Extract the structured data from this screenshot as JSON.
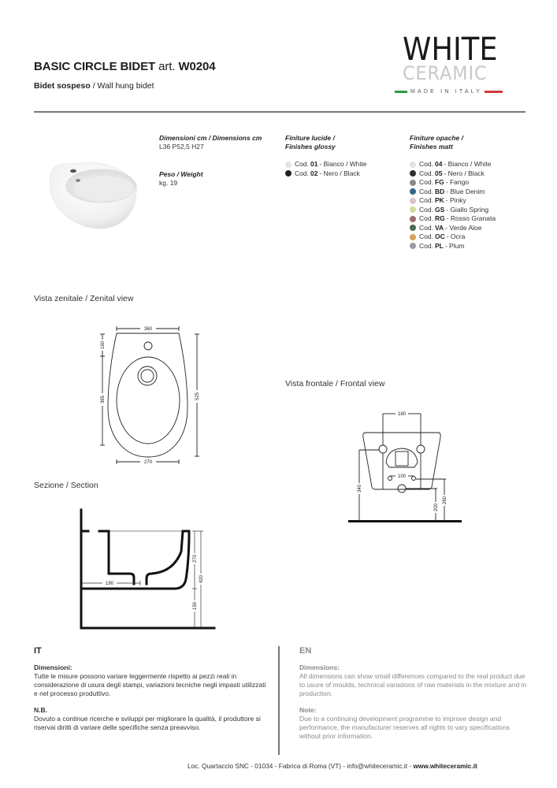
{
  "header": {
    "product_name": "BASIC CIRCLE BIDET",
    "art_prefix": "art.",
    "art_code": "W0204",
    "subtitle_it": "Bidet sospeso",
    "subtitle_sep": " / ",
    "subtitle_en": "Wall hung bidet"
  },
  "logo": {
    "line1": "WHITE",
    "line2": "CERAMIC",
    "tagline": "MADE IN ITALY",
    "flag_green": "#2e9a44",
    "flag_red": "#d33a3a"
  },
  "specs": {
    "dimensions_label": "Dimensioni cm / Dimensions cm",
    "dimensions_value": "L36 P52,5 H27",
    "weight_label": "Peso / Weight",
    "weight_value": "kg. 19"
  },
  "finishes_glossy": {
    "title_line1": "Finiture lucide /",
    "title_line2": "Finishes glossy",
    "items": [
      {
        "prefix": "Cod.",
        "code": "01",
        "name": "- Bianco / White",
        "color": "#e3e3e3"
      },
      {
        "prefix": "Cod.",
        "code": "02",
        "name": "- Nero / Black",
        "color": "#222222"
      }
    ]
  },
  "finishes_matt": {
    "title_line1": "Finiture opache /",
    "title_line2": "Finishes matt",
    "items": [
      {
        "prefix": "Cod.",
        "code": "04",
        "name": "- Bianco / White",
        "color": "#e3e3e3"
      },
      {
        "prefix": "Cod.",
        "code": "05",
        "name": "- Nero / Black",
        "color": "#2e3030"
      },
      {
        "prefix": "Cod.",
        "code": "FG",
        "name": "- Fango",
        "color": "#8d8985"
      },
      {
        "prefix": "Cod.",
        "code": "BD",
        "name": "- Blue Denim",
        "color": "#2f6a84"
      },
      {
        "prefix": "Cod.",
        "code": "PK",
        "name": "- Pinky",
        "color": "#d9c3c6"
      },
      {
        "prefix": "Cod.",
        "code": "GS",
        "name": "- Giallo Spring",
        "color": "#d6d8a2"
      },
      {
        "prefix": "Cod.",
        "code": "RG",
        "name": "- Rosso Granata",
        "color": "#9b6d6b"
      },
      {
        "prefix": "Cod.",
        "code": "VA",
        "name": "- Verde Aloe",
        "color": "#4e6b4f"
      },
      {
        "prefix": "Cod.",
        "code": "OC",
        "name": "- Ocra",
        "color": "#d6a35a"
      },
      {
        "prefix": "Cod.",
        "code": "PL",
        "name": "- Plum",
        "color": "#9b9ba6"
      }
    ]
  },
  "drawings": {
    "zenital": {
      "label": "Vista zenitale / Zenital view",
      "dims": {
        "top_width": "360",
        "bottom_width": "270",
        "upper_height": "160",
        "bowl_height": "365",
        "total_length": "525"
      }
    },
    "frontal": {
      "label": "Vista frontale / Frontal view",
      "dims": {
        "fixing_distance": "180",
        "inlet_distance": "100",
        "fixing_height": "340",
        "drain_height": "200",
        "inlet_height": "260"
      }
    },
    "section": {
      "label": "Sezione / Section",
      "dims": {
        "drain_offset": "190",
        "bowl_height": "270",
        "total_height": "420",
        "floor_gap": "150"
      }
    }
  },
  "notes": {
    "it": {
      "lang": "IT",
      "dim_title": "Dimensioni:",
      "dim_text": "Tutte le misure possono variare leggermente rispetto ai pezzi reali in considerazione di usura degli stampi, variazioni tecniche negli impasti utilizzati e nel processo produttivo.",
      "nb_title": "N.B.",
      "nb_text": "Dovuto a continue ricerche e sviluppi per migliorare la qualità, il produttore si riservai diritti di variare delle specifiche senza preavviso."
    },
    "en": {
      "lang": "EN",
      "dim_title": "Dimensions:",
      "dim_text": "All dimensions can show small differences compared to the real product due to usure of moulds, technical variations of raw materials in the mixture and in production.",
      "nb_title": "Note:",
      "nb_text": "Due to a continuing development programme to improve design and performance, the manufacturer reserves all rights to vary specifications without prior information."
    }
  },
  "footer": {
    "address": "Loc. Quartaccio SNC - 01034 - Fabrica di Roma (VT) - info@whiteceramic.it - ",
    "website": "www.whiteceramic.it"
  }
}
